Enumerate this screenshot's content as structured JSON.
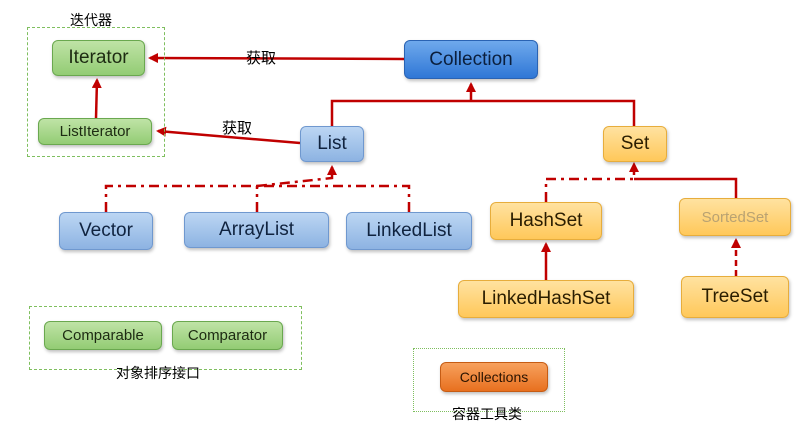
{
  "groups": {
    "iterators": "迭代器",
    "compare_interfaces": "对象排序接口",
    "container_tools": "容器工具类"
  },
  "nodes": {
    "iterator": "Iterator",
    "list_iterator": "ListIterator",
    "collection": "Collection",
    "list": "List",
    "set": "Set",
    "vector": "Vector",
    "array_list": "ArrayList",
    "linked_list": "LinkedList",
    "hash_set": "HashSet",
    "sorted_set": "SortedSet",
    "linked_hash_set": "LinkedHashSet",
    "tree_set": "TreeSet",
    "comparable": "Comparable",
    "comparator": "Comparator",
    "collections": "Collections"
  },
  "edge_labels": {
    "collection_to_iterator": "获取",
    "list_to_list_iterator": "获取"
  },
  "colors": {
    "arrow": "#c00000",
    "interface_green": "#93cc74",
    "list_blue": "#8db3e2",
    "collection_blue": "#2f77d6",
    "set_yellow": "#ffc85a",
    "tools_orange": "#e8701f",
    "group_border": "#7fbf5f"
  }
}
